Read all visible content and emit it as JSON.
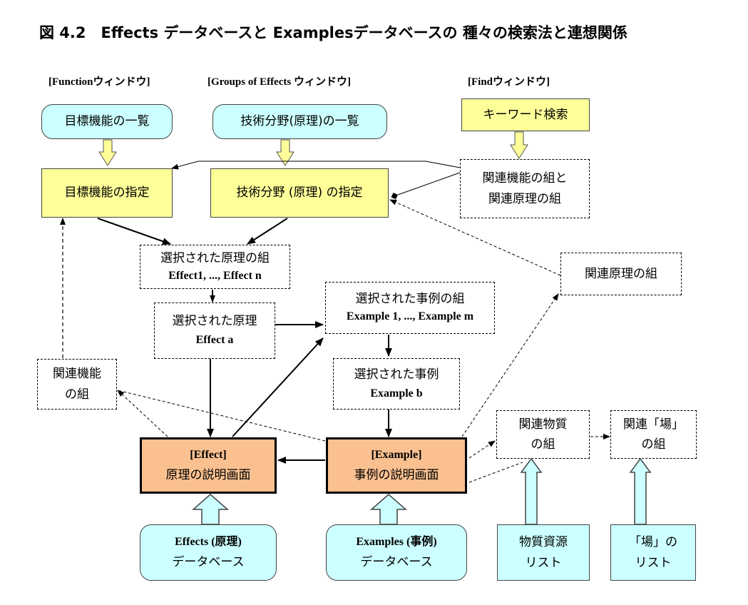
{
  "title": "図 4.2　Effects データベースと Examplesデータベースの 種々の検索法と連想関係",
  "window_labels": {
    "function": "[Functionウィンドウ]",
    "groups": "[Groups of Effects ウィンドウ]",
    "find": "[Findウィンドウ]"
  },
  "nodes": {
    "target_list": "目標機能の一覧",
    "tech_list": "技術分野(原理)の一覧",
    "keyword": "キーワード検索",
    "target_spec": "目標機能の指定",
    "tech_spec": "技術分野 (原理) の指定",
    "related_pair": [
      "関連機能の組と",
      "関連原理の組"
    ],
    "selected_effects": [
      "選択された原理の組",
      "Effect1, ..., Effect n"
    ],
    "related_effects_set": "関連原理の組",
    "selected_examples": [
      "選択された事例の組",
      "Example 1, ..., Example m"
    ],
    "selected_effect": [
      "選択された原理",
      "Effect a"
    ],
    "selected_example": [
      "選択された事例",
      "Example b"
    ],
    "related_function_set": [
      "関連機能",
      "の組"
    ],
    "effect_screen": [
      "[Effect]",
      "原理の説明画面"
    ],
    "example_screen": [
      "[Example]",
      "事例の説明画面"
    ],
    "related_material_set": [
      "関連物質",
      "の組"
    ],
    "related_field_set": [
      "関連「場」",
      "の組"
    ],
    "effects_db": [
      "Effects (原理)",
      "データベース"
    ],
    "examples_db": [
      "Examples (事例)",
      "データベース"
    ],
    "material_list": [
      "物質資源",
      "リスト"
    ],
    "field_list": [
      "「場」の",
      "リスト"
    ]
  },
  "colors": {
    "cyan": "#ccffff",
    "yellow": "#ffff99",
    "orange": "#fac090",
    "arrow_fill": "#ffff99",
    "block_arrow_fill": "#ccffff"
  }
}
